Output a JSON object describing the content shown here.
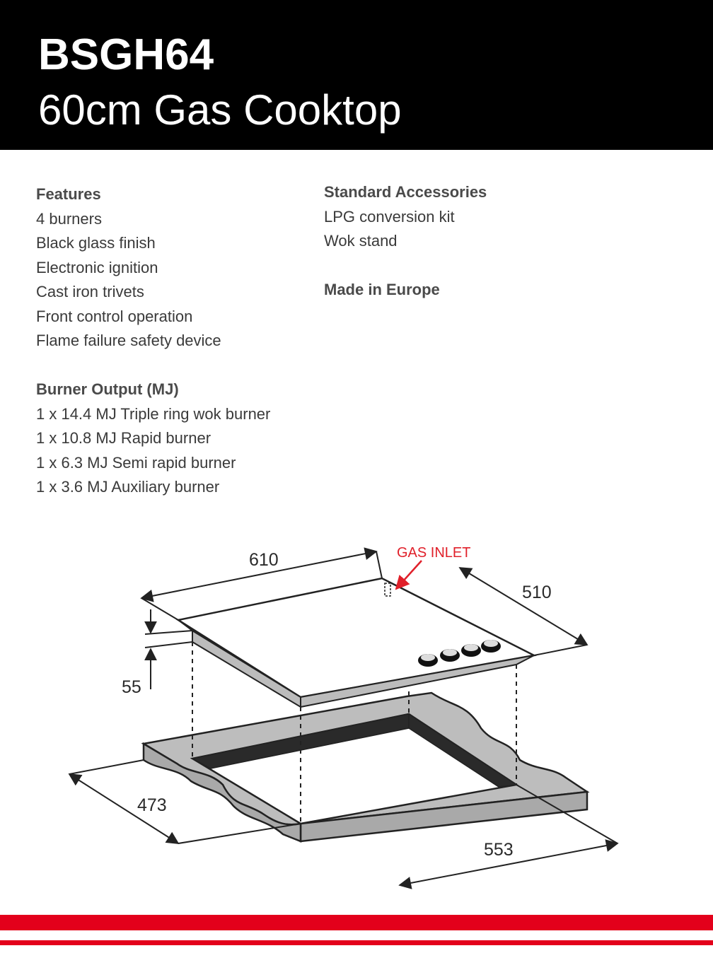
{
  "header": {
    "model": "BSGH64",
    "title": "60cm Gas Cooktop"
  },
  "features": {
    "heading": "Features",
    "items": [
      "4 burners",
      "Black glass finish",
      "Electronic ignition",
      "Cast iron trivets",
      "Front control operation",
      "Flame failure safety device"
    ]
  },
  "burner_output": {
    "heading": "Burner Output (MJ)",
    "items": [
      "1 x 14.4 MJ Triple ring wok burner",
      "1 x 10.8 MJ Rapid burner",
      "1 x 6.3 MJ Semi rapid burner",
      "1 x 3.6 MJ Auxiliary burner"
    ]
  },
  "accessories": {
    "heading": "Standard Accessories",
    "items": [
      "LPG conversion kit",
      "Wok stand"
    ]
  },
  "origin": "Made in Europe",
  "diagram": {
    "width_label": "610",
    "depth_label": "510",
    "height_label": "55",
    "cutout_depth_label": "473",
    "cutout_width_label": "553",
    "gas_inlet_label": "GAS INLET"
  },
  "colors": {
    "header_bg": "#000000",
    "accent_red": "#e3001b",
    "inlet_red": "#e0202a"
  }
}
